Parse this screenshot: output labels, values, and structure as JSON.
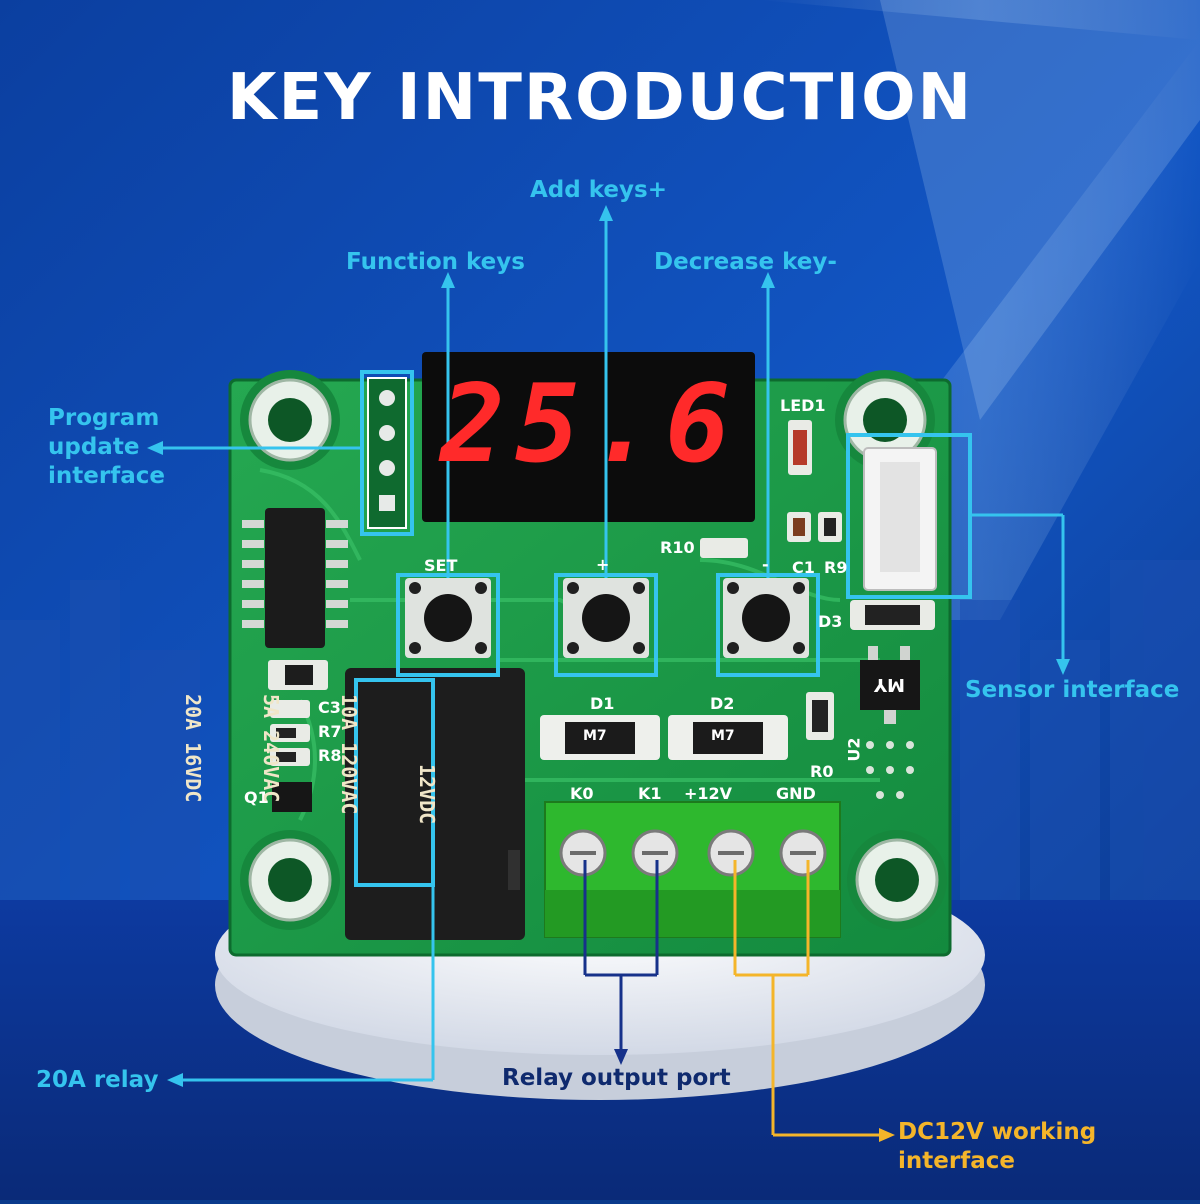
{
  "title": "KEY INTRODUCTION",
  "display_value": "25.6",
  "callouts": {
    "add_keys": "Add keys+",
    "function_keys": "Function keys",
    "decrease_key": "Decrease key-",
    "program_update": [
      "Program",
      "update",
      "interface"
    ],
    "sensor_interface": "Sensor interface",
    "relay_20a": "20A relay",
    "relay_output_port": "Relay output port",
    "dc12v": [
      "DC12V working",
      "interface"
    ]
  },
  "board_labels": {
    "led1": "LED1",
    "r10": "R10",
    "set": "SET",
    "plus": "+",
    "minus": "-",
    "c1": "C1",
    "r9": "R9",
    "d3": "D3",
    "c3": "C3",
    "r7": "R7",
    "r8": "R8",
    "q1": "Q1",
    "d1": "D1",
    "d2": "D2",
    "r0": "R0",
    "u2": "U2",
    "diode_marking": "M7",
    "transistor_marking": "MY",
    "terminal_k0": "K0",
    "terminal_k1": "K1",
    "terminal_12v": "+12V",
    "terminal_gnd": "GND"
  },
  "relay_markings": [
    "12VDC",
    "10A 120VAC",
    "5A 240VAC",
    "20A 16VDC"
  ],
  "colors": {
    "background": "#0a3a8c",
    "pcb": "#1c9a4a",
    "callout_cyan": "#35c4ee",
    "callout_navy": "#0f2a6e",
    "callout_gold": "#f4b52a",
    "display_red": "#ff2a2a",
    "terminal_green": "#2eb82e"
  }
}
